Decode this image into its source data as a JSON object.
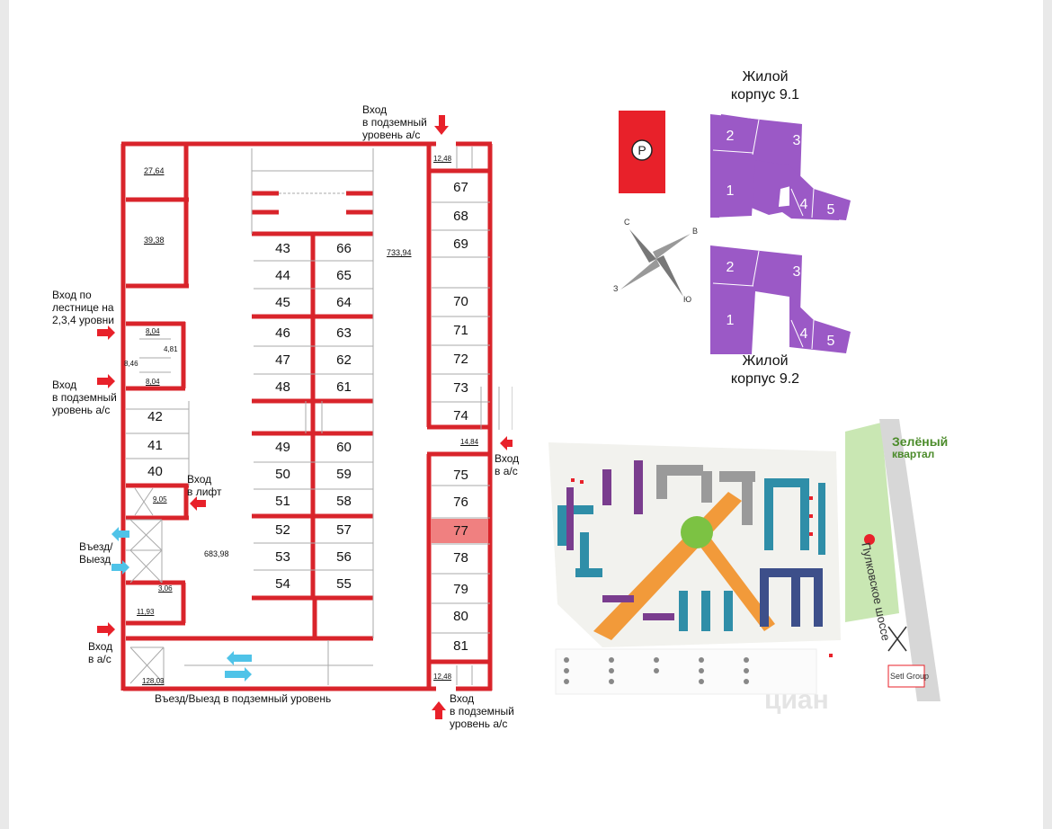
{
  "plan": {
    "entrance_top": "Вход\nв подземный\nуровень а/с",
    "entrance_stairs": "Вход по\nлестнице на\n2,3,4 уровни",
    "entrance_left_underground": "Вход\nв подземный\nуровень а/с",
    "entrance_lift": "Вход\nв лифт",
    "entry_exit": "Въезд/\nВыезд",
    "entrance_as_left": "Вход\nв а/с",
    "entrance_as_right": "Вход\nв а/с",
    "entrance_bottom": "Вход\nв подземный\nуровень а/с",
    "bottom_caption": "Въезд/Выезд в подземный уровень",
    "areas": {
      "a27": "27,64",
      "a39": "39,38",
      "a733": "733,94",
      "a8a": "8,04",
      "a481": "4,81",
      "a846": "8,46",
      "a8b": "8,04",
      "a905": "9,05",
      "a683": "683,98",
      "a306": "3,06",
      "a1193": "11,93",
      "a12top": "12,48",
      "a14": "14,84",
      "a128": "128,03",
      "a12bot": "12,48"
    },
    "left_spots": [
      "42",
      "41",
      "40"
    ],
    "center_left": [
      "43",
      "44",
      "45",
      "46",
      "47",
      "48",
      "49",
      "50",
      "51",
      "52",
      "53",
      "54"
    ],
    "center_right": [
      "66",
      "65",
      "64",
      "63",
      "62",
      "61",
      "60",
      "59",
      "58",
      "57",
      "56",
      "55"
    ],
    "right_spots": [
      "67",
      "68",
      "69",
      "70",
      "71",
      "72",
      "73",
      "74",
      "75",
      "76",
      "77",
      "78",
      "79",
      "80",
      "81"
    ],
    "highlighted_spot": "77",
    "highlight_color": "#f08080",
    "wall_color": "#d9242b"
  },
  "legend": {
    "parking_symbol": "P",
    "building_9_1": "Жилой\nкорпус 9.1",
    "building_9_2": "Жилой\nкорпус 9.2",
    "sections": [
      "1",
      "2",
      "3",
      "4",
      "5"
    ],
    "compass": [
      "С",
      "В",
      "З",
      "Ю"
    ],
    "building_color": "#9b59c6",
    "parking_color": "#e8212a"
  },
  "site": {
    "logo_line1": "Зелёный",
    "logo_line2": "квартал",
    "road": "Пулковское шоссе",
    "developer": "Setl Group",
    "watermark": "циан"
  }
}
